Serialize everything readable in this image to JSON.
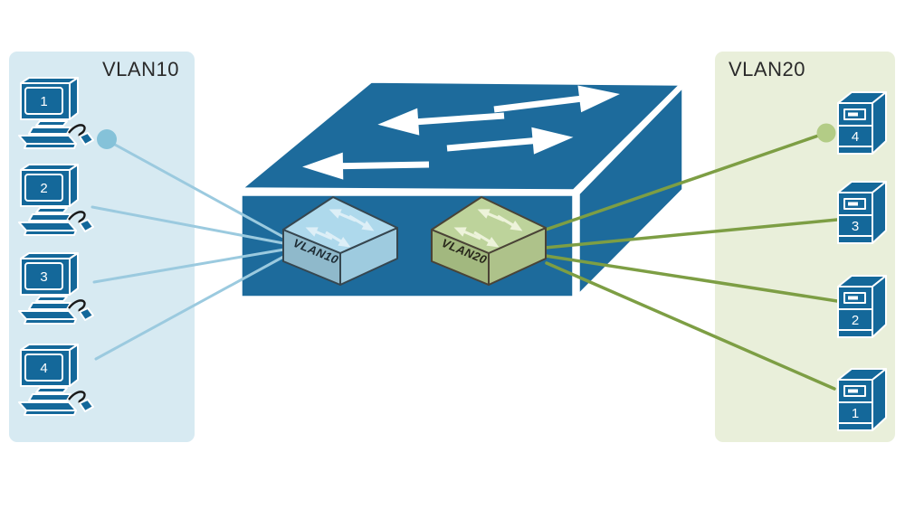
{
  "left_panel": {
    "title": "VLAN10",
    "computers": [
      {
        "label": "1"
      },
      {
        "label": "2"
      },
      {
        "label": "3"
      },
      {
        "label": "4"
      }
    ]
  },
  "right_panel": {
    "title": "VLAN20",
    "servers": [
      {
        "label": "4"
      },
      {
        "label": "3"
      },
      {
        "label": "2"
      },
      {
        "label": "1"
      }
    ]
  },
  "switch": {
    "vlan10_module_label": "VLAN10",
    "vlan20_module_label": "VLAN20"
  },
  "colors": {
    "panel10_bg": "#d7eaf2",
    "panel20_bg": "#e9efda",
    "title_text": "#2a2a2a",
    "device_fill": "#14689a",
    "big_switch": "#1d6b9c",
    "arrow_white": "#ffffff",
    "vlan10_line": "#9bcadf",
    "vlan10_dot": "#85c2d9",
    "vlan20_line": "#7d9e44",
    "vlan20_dot": "#b3cc86"
  }
}
